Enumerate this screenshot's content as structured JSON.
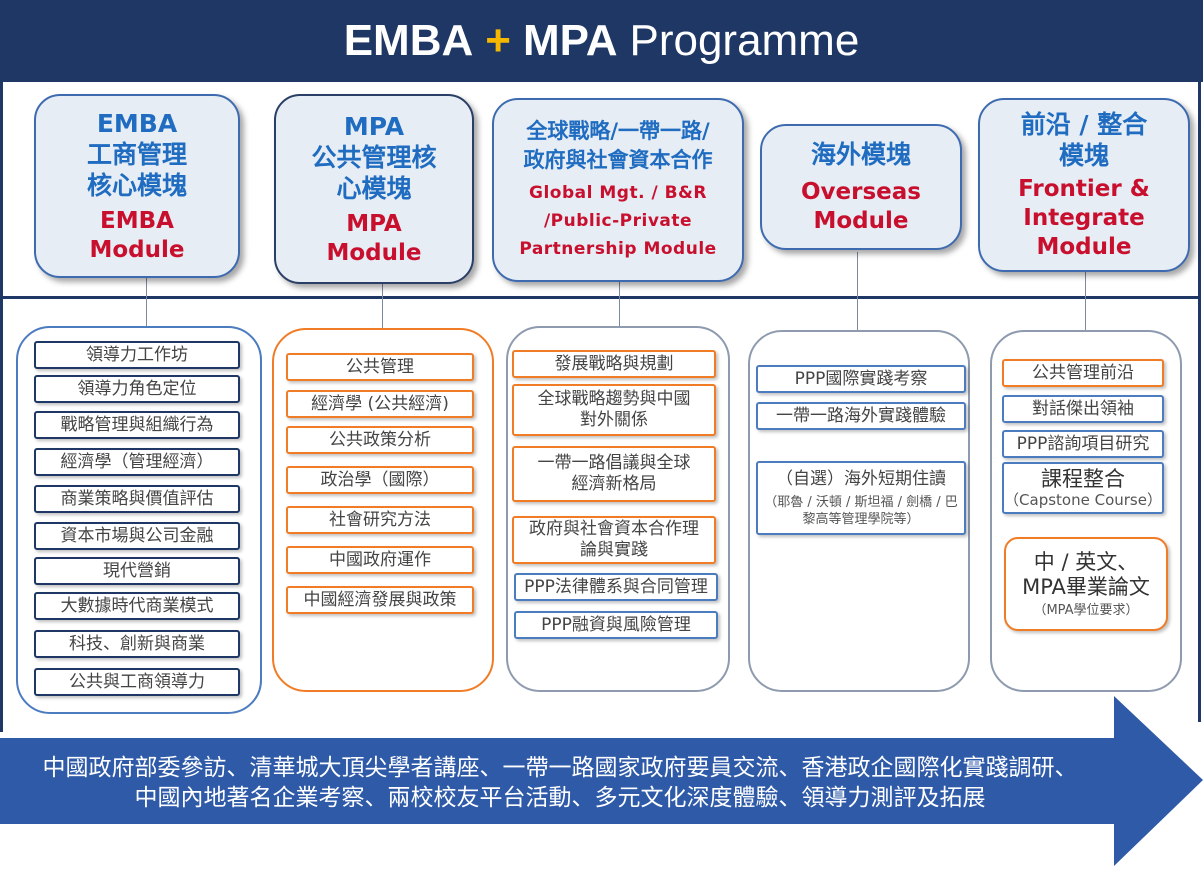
{
  "title": {
    "part1": "EMBA",
    "plus": "+",
    "part2": "MPA",
    "part3": "Programme"
  },
  "modules": [
    {
      "zh": [
        "EMBA",
        "工商管理",
        "核心模塊"
      ],
      "en": [
        "EMBA",
        "Module"
      ]
    },
    {
      "zh": [
        "MPA",
        "公共管理核",
        "心模塊"
      ],
      "en": [
        "MPA",
        "Module"
      ]
    },
    {
      "zh": [
        "全球戰略/一帶一路/",
        "政府與社會資本合作"
      ],
      "en": [
        "Global Mgt. / B&R",
        "/Public-Private",
        "Partnership Module"
      ]
    },
    {
      "zh": [
        "海外模塊"
      ],
      "en": [
        "Overseas",
        "Module"
      ]
    },
    {
      "zh": [
        "前沿 / 整合",
        "模塊"
      ],
      "en": [
        "Frontier &",
        "Integrate",
        "Module"
      ]
    }
  ],
  "columns": [
    {
      "items": [
        "領導力工作坊",
        "領導力角色定位",
        "戰略管理與組織行為",
        "經濟學（管理經濟）",
        "商業策略與價值評估",
        "資本市場與公司金融",
        "現代營銷",
        "大數據時代商業模式",
        "科技、創新與商業",
        "公共與工商領導力"
      ]
    },
    {
      "items": [
        "公共管理",
        "經濟學 (公共經濟)",
        "公共政策分析",
        "政治學（國際）",
        "社會研究方法",
        "中國政府運作",
        "中國經濟發展與政策"
      ]
    },
    {
      "items": [
        "發展戰略與規劃",
        [
          "全球戰略趨勢與中國",
          "對外關係"
        ],
        [
          "一帶一路倡議與全球",
          "經濟新格局"
        ],
        [
          "政府與社會資本合作理",
          "論與實踐"
        ],
        "PPP法律體系與合同管理",
        "PPP融資與風險管理"
      ]
    },
    {
      "items": [
        "PPP國際實踐考察",
        "一帶一路海外實踐體驗",
        {
          "main": "（自選）海外短期住讀",
          "sub": [
            "（耶魯 / 沃頓 / 斯坦福 / 劍橋 / 巴",
            "黎高等管理學院等）"
          ]
        }
      ]
    },
    {
      "items": [
        "公共管理前沿",
        "對話傑出領袖",
        "PPP諮詢項目研究",
        {
          "main": "課程整合",
          "sub": [
            "（Capstone Course）"
          ]
        },
        {
          "main": [
            "中 / 英文、",
            "MPA畢業論文"
          ],
          "sub": [
            "（MPA學位要求）"
          ]
        }
      ]
    }
  ],
  "arrow": {
    "lines": [
      "中國政府部委參訪、清華城大頂尖學者講座、一帶一路國家政府要員交流、香港政企國際化實踐調研、",
      "中國內地著名企業考察、兩校校友平台活動、多元文化深度體驗、領導力測評及拓展"
    ]
  },
  "colors": {
    "navy": "#1f3764",
    "blue_text": "#1f6cc0",
    "red_text": "#c8102e",
    "orange": "#f07c26",
    "arrow": "#2e5aa8",
    "plus": "#f5b800"
  }
}
